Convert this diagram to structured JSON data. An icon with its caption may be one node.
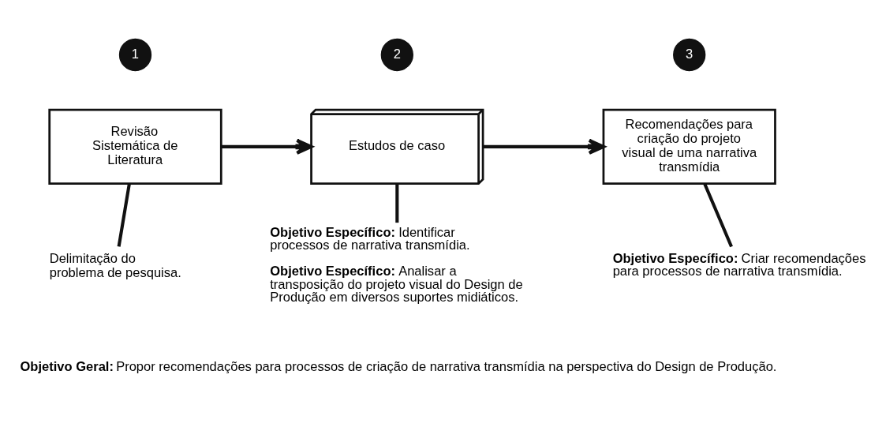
{
  "diagram": {
    "nodes": [
      {
        "text": [
          "1"
        ]
      },
      {
        "text": [
          "Revisão Sistemática de Literatura"
        ]
      },
      {
        "text": [
          "2"
        ]
      },
      {
        "text": [
          "Estudos de caso"
        ]
      },
      {
        "text": [
          "3"
        ]
      },
      {
        "text": [
          "Recomendações para criação do projeto visual de uma narrativa transmídia"
        ]
      },
      {
        "text": [
          "Delimitação do problema de pesquisa."
        ]
      },
      {
        "text": [
          "**Objetivo Específico:** Identificar processos de narrativa transmídia.",
          "**Objetivo Específico:** Analisar a transposição do projeto visual do Design de Produção em diversos suportes midiáticos."
        ]
      },
      {
        "text": [
          "**Objetivo Específico:** Criar recomendações para processos de narrativa transmídia."
        ]
      }
    ],
    "edges": [
      {
        "from": 1,
        "to": 3,
        "arrow": "to"
      },
      {
        "from": 3,
        "to": 5,
        "arrow": "to"
      },
      {
        "from": 1,
        "to": 6,
        "arrow": "none"
      },
      {
        "from": 3,
        "to": 7,
        "arrow": "none"
      },
      {
        "from": 5,
        "to": 8,
        "arrow": "none"
      }
    ],
    "labels": [
      "**Objetivo Geral:** Propor recomendações para processos de criação de narrativa transmídia na perspectiva do Design de Produção."
    ]
  }
}
